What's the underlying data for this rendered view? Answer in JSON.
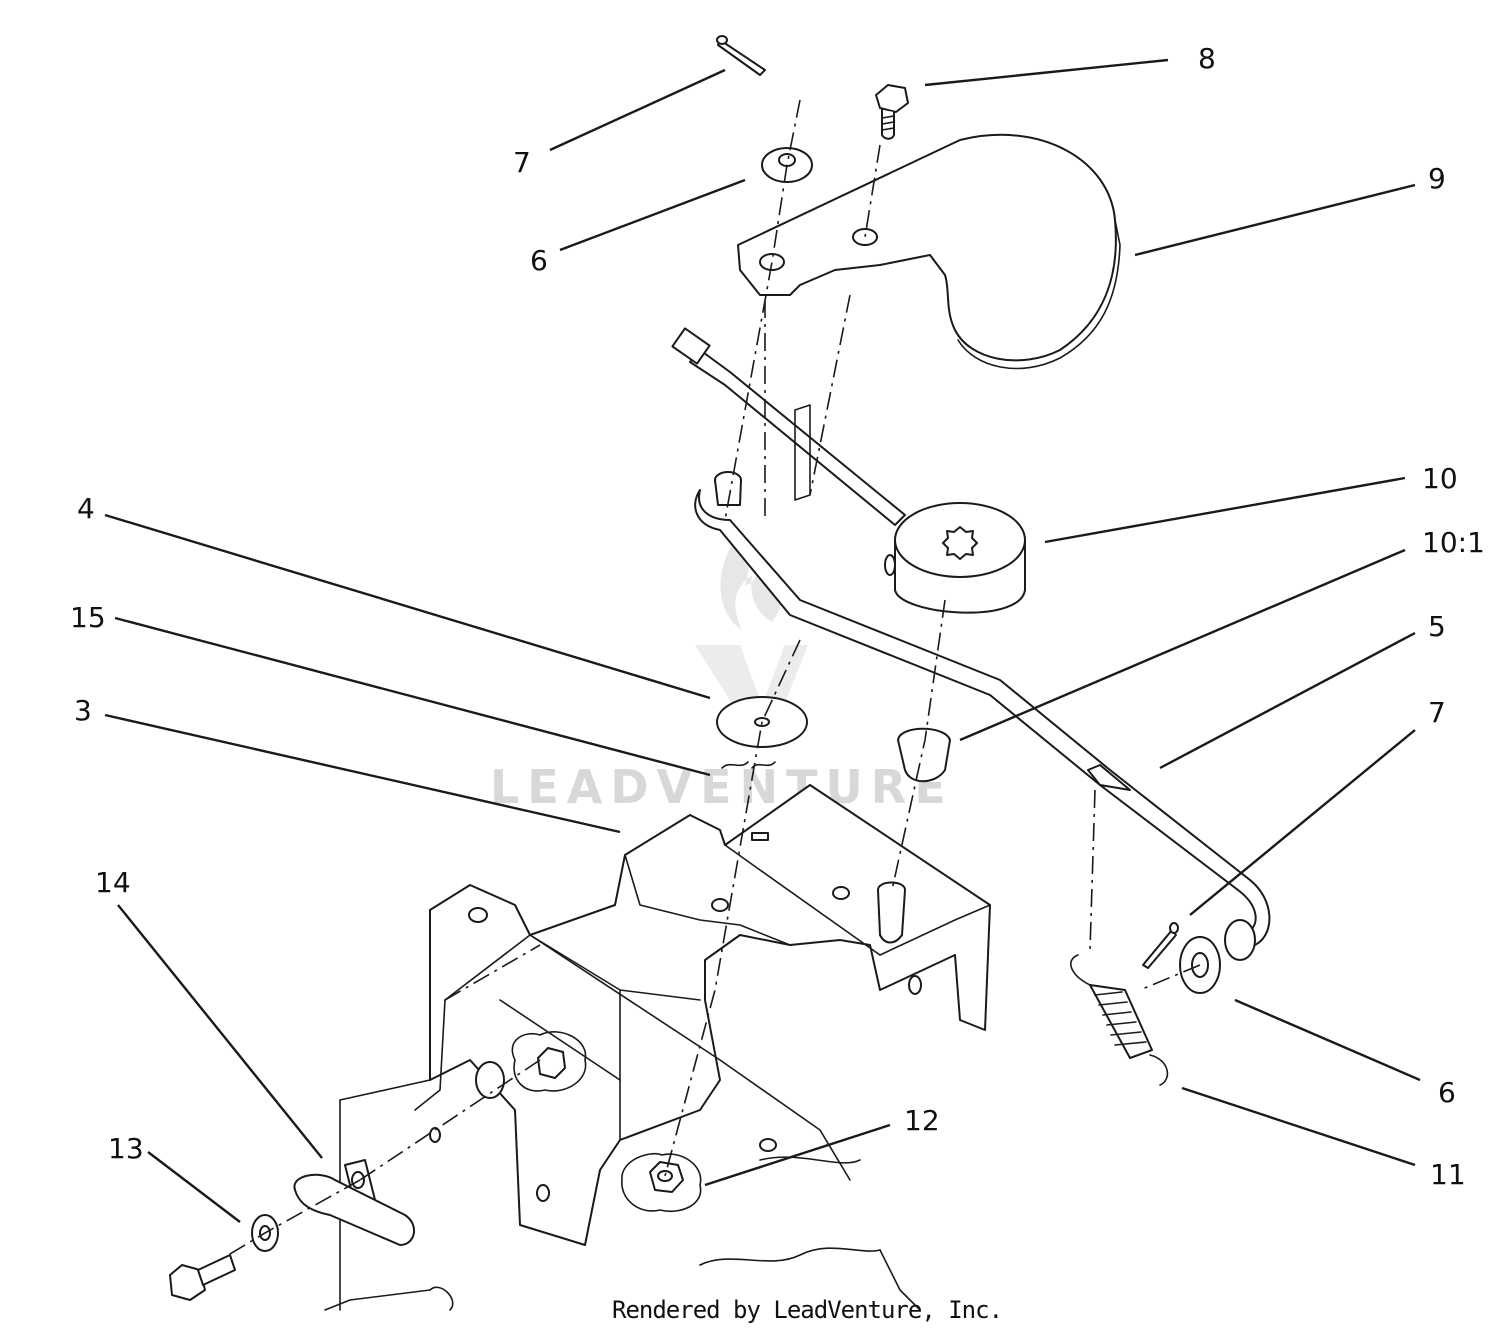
{
  "callouts": [
    {
      "label": "7"
    },
    {
      "label": "8"
    },
    {
      "label": "6"
    },
    {
      "label": "9"
    },
    {
      "label": "10"
    },
    {
      "label": "10:1"
    },
    {
      "label": "4"
    },
    {
      "label": "15"
    },
    {
      "label": "5"
    },
    {
      "label": "3"
    },
    {
      "label": "7"
    },
    {
      "label": "14"
    },
    {
      "label": "12"
    },
    {
      "label": "6"
    },
    {
      "label": "13"
    },
    {
      "label": "11"
    }
  ],
  "watermark": {
    "text": "LEADVENTURE"
  },
  "footer": {
    "text": "Rendered by LeadVenture, Inc."
  },
  "icons": {
    "watermark_logo": "leadventure-flame-logo"
  }
}
